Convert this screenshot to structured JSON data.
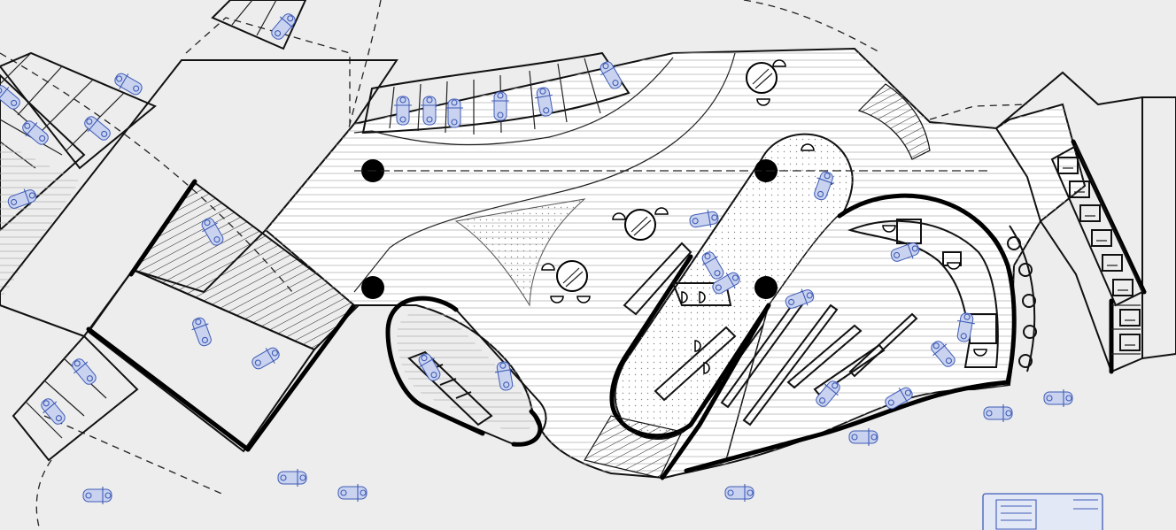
{
  "plan": {
    "colors": {
      "background": "#ededed",
      "paving": "#ffffff",
      "lines": "#111111",
      "bike_symbols": "#3f5bb5"
    },
    "elements": {
      "columns": 4,
      "tables": 4,
      "bike_racks": 7,
      "parking_stalls": 7
    }
  }
}
